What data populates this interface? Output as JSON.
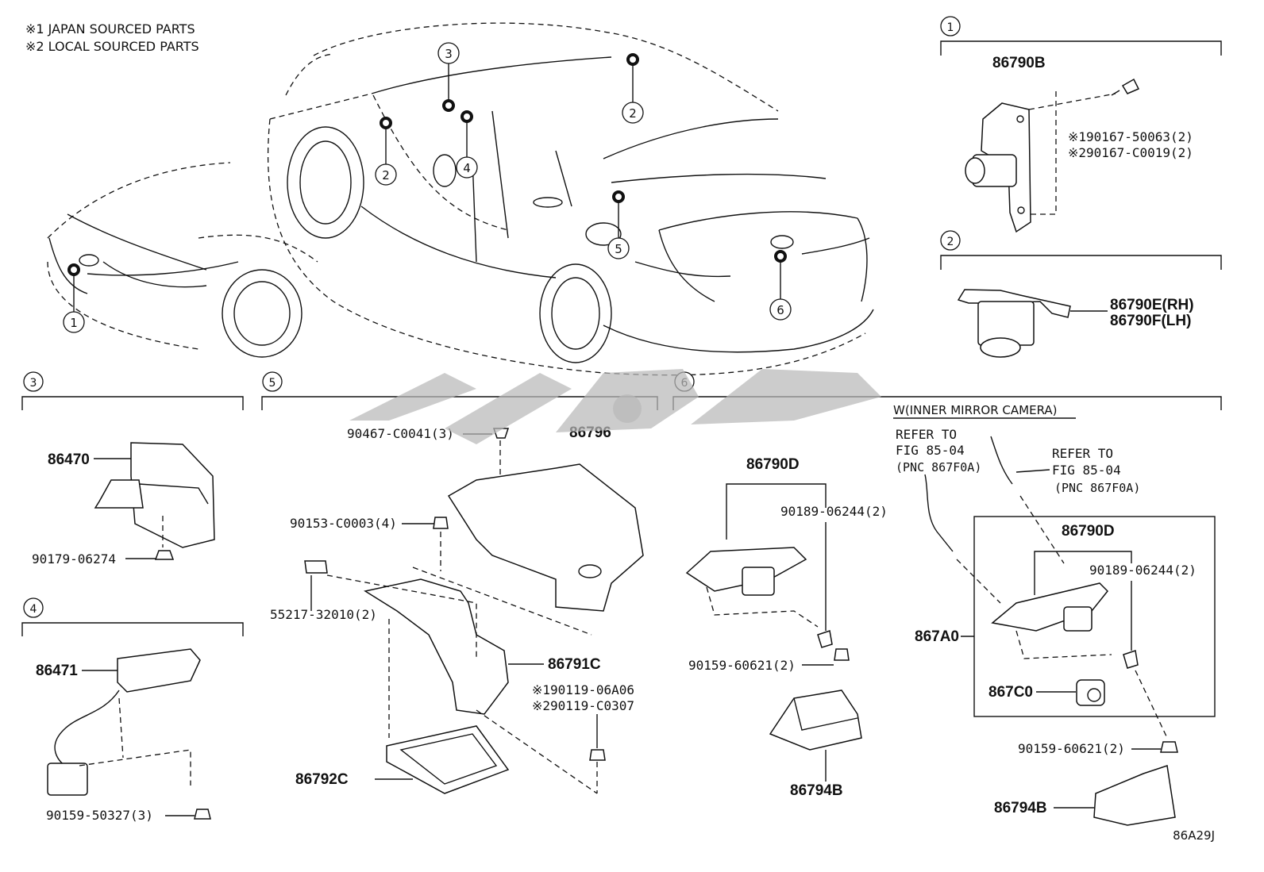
{
  "notes": [
    "※1 JAPAN SOURCED PARTS",
    "※2 LOCAL SOURCED PARTS"
  ],
  "diagram_code": "86A29J",
  "section_markers": {
    "s1": "1",
    "s2": "2",
    "s3": "3",
    "s4": "4",
    "s5": "5",
    "s6": "6"
  },
  "overview": {
    "c1": "1",
    "c2a": "2",
    "c2b": "2",
    "c3": "3",
    "c4": "4",
    "c5": "5",
    "c6": "6"
  },
  "section1": {
    "part": "86790B",
    "screw_jp": "※190167-50063(2)",
    "screw_local": "※290167-C0019(2)"
  },
  "section2": {
    "part_rh": "86790E(RH)",
    "part_lh": "86790F(LH)"
  },
  "section3": {
    "part": "86470",
    "bolt": "90179-06274"
  },
  "section4": {
    "part": "86471",
    "screw": "90159-50327(3)"
  },
  "section5": {
    "clip": "90467-C0041(3)",
    "cover": "86796",
    "nut": "90153-C0003(4)",
    "retainer": "55217-32010(2)",
    "bracket": "86791C",
    "bolt_jp": "※190119-06A06",
    "bolt_local": "※290119-C0307",
    "ecu": "86792C"
  },
  "section6": {
    "camera": "86790D",
    "clip": "90189-06244(2)",
    "screw": "90159-60621(2)",
    "cover": "86794B",
    "option_title": "W(INNER MIRROR CAMERA)",
    "refer_a": "REFER TO",
    "refer_a_fig": "FIG 85-04",
    "refer_a_pnc": "(PNC 867F0A)",
    "refer_b": "REFER TO",
    "refer_b_fig": "FIG 85-04",
    "refer_b_pnc": "(PNC 867F0A)",
    "camera2": "86790D",
    "clip2": "90189-06244(2)",
    "harness": "867A0",
    "lens": "867C0",
    "screw2": "90159-60621(2)",
    "cover2": "86794B"
  },
  "watermark_text": "ل ح ر ع"
}
